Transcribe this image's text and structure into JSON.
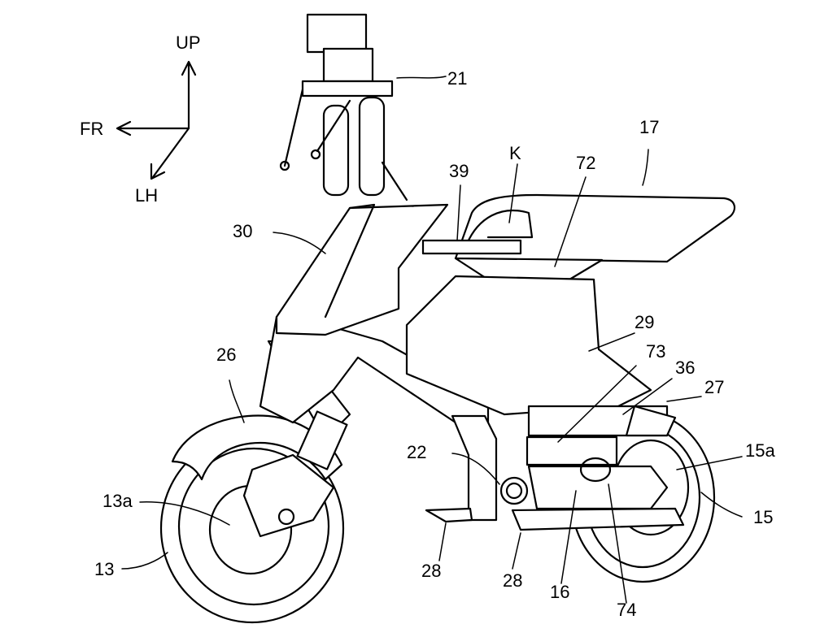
{
  "figure": {
    "axes": {
      "up": "UP",
      "front": "FR",
      "left": "LH"
    },
    "labels": {
      "l21": "21",
      "l17": "17",
      "lK": "K",
      "l39": "39",
      "l72": "72",
      "l30": "30",
      "l29": "29",
      "l73": "73",
      "l36": "36",
      "l27": "27",
      "l26": "26",
      "l22": "22",
      "l15a": "15a",
      "l13a": "13a",
      "l15": "15",
      "l13": "13",
      "l28a": "28",
      "l28b": "28",
      "l16": "16",
      "l74": "74"
    }
  }
}
